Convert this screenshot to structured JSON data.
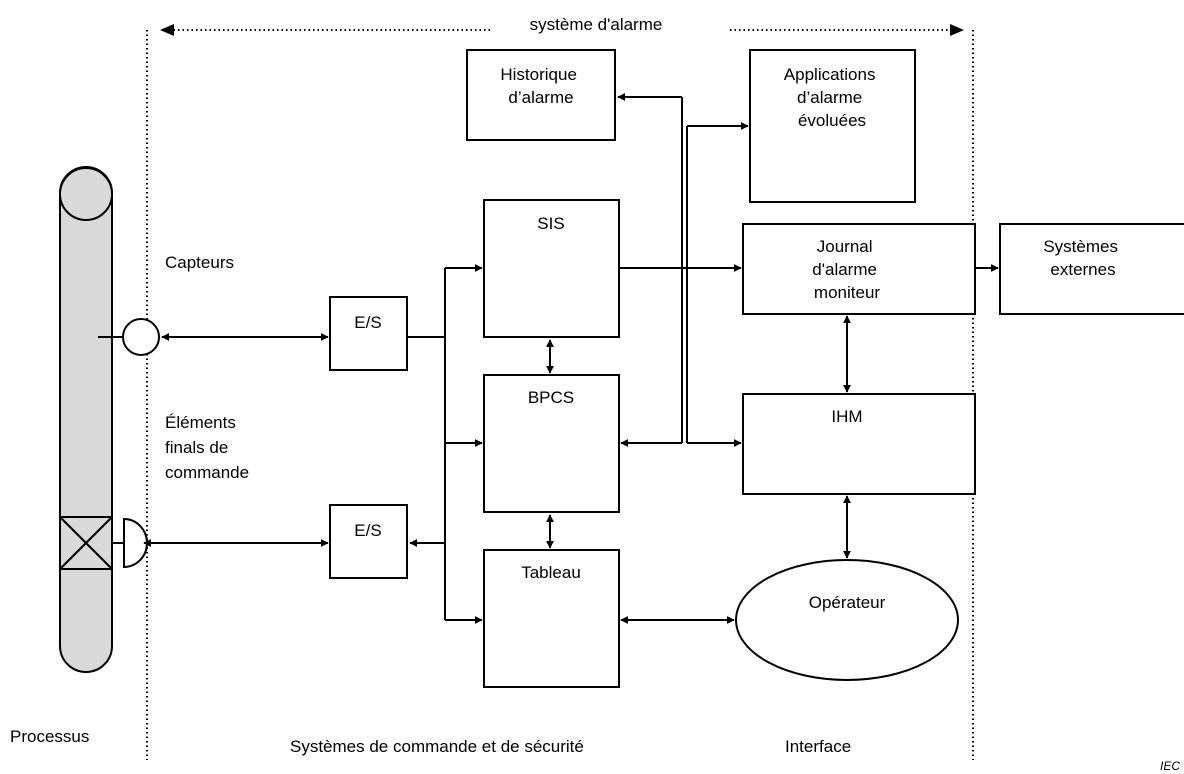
{
  "header": {
    "system_label": "système d'alarme"
  },
  "zones": {
    "process": "Processus",
    "control": "Systèmes de commande et de sécurité",
    "interface": "Interface"
  },
  "field": {
    "sensors": "Capteurs",
    "final_elements": [
      "Éléments",
      "finals de",
      "commande"
    ]
  },
  "boxes": {
    "io_top": [
      "E/S"
    ],
    "io_bottom": [
      "E/S"
    ],
    "sis": [
      "SIS"
    ],
    "bpcs": [
      "BPCS"
    ],
    "tableau": [
      "Tableau"
    ],
    "historique": [
      "Historique",
      "d’alarme"
    ],
    "applications": [
      "Applications",
      "d’alarme",
      "évoluées"
    ],
    "journal": [
      "Journal",
      "d'alarme",
      "moniteur"
    ],
    "ihm": [
      "IHM"
    ],
    "operateur": [
      "Opérateur"
    ],
    "systemes_externes": [
      "Systèmes",
      "externes"
    ]
  },
  "footer": {
    "source": "IEC"
  },
  "colors": {
    "pipe_fill": "#d9d9d9",
    "stroke": "#000000"
  }
}
